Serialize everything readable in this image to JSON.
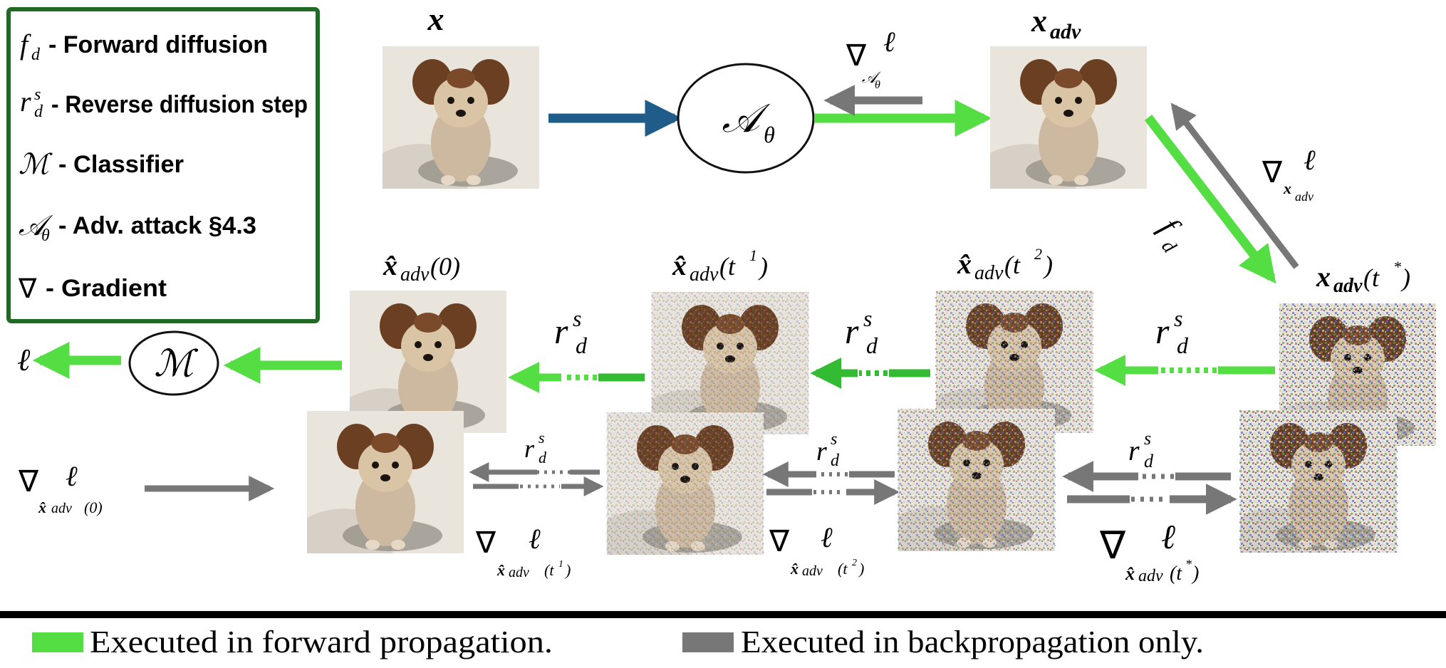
{
  "legend": {
    "items": [
      {
        "symbol": "f",
        "sub": "d",
        "sup": "",
        "text": "- Forward diffusion"
      },
      {
        "symbol": "r",
        "sub": "d",
        "sup": "s",
        "text": "- Reverse diffusion step"
      },
      {
        "symbol": "ℳ",
        "sub": "",
        "sup": "",
        "text": "- Classifier"
      },
      {
        "symbol": "𝒜",
        "sub": "θ",
        "sup": "",
        "text": "- Adv. attack §4.3"
      },
      {
        "symbol": "∇",
        "sub": "",
        "sup": "",
        "text": "- Gradient"
      }
    ]
  },
  "nodes": {
    "x": {
      "label": "x"
    },
    "x_adv": {
      "label": "x",
      "sub": "adv"
    },
    "attack": {
      "symbol": "𝒜",
      "sub": "θ"
    },
    "classifier": {
      "symbol": "ℳ"
    },
    "loss": {
      "symbol": "ℓ"
    },
    "xhat0": {
      "label": "x̂",
      "sub": "adv",
      "arg": "(0)"
    },
    "xhat_t1": {
      "label": "x̂",
      "sub": "adv",
      "arg": "(t",
      "argsup": "1",
      "argclose": ")"
    },
    "xhat_t2": {
      "label": "x̂",
      "sub": "adv",
      "arg": "(t",
      "argsup": "2",
      "argclose": ")"
    },
    "x_adv_tstar": {
      "label": "x",
      "sub": "adv",
      "arg": "(t",
      "argsup": "*",
      "argclose": ")"
    }
  },
  "edge_labels": {
    "fd": {
      "symbol": "f",
      "sub": "d"
    },
    "rds": {
      "symbol": "r",
      "sub": "d",
      "sup": "s"
    },
    "grad_attack": {
      "nabla": "∇",
      "sub": "𝒜",
      "subsub": "θ",
      "ell": "ℓ"
    },
    "grad_xadv": {
      "nabla": "∇",
      "sub": "x",
      "subsub": "adv",
      "ell": "ℓ"
    },
    "grad_xhat0": {
      "nabla": "∇",
      "sub": "x̂",
      "subsub": "adv",
      "arg": "(0)",
      "ell": "ℓ"
    },
    "grad_xhat_t1": {
      "nabla": "∇",
      "sub": "x̂",
      "subsub": "adv",
      "arg": "(t",
      "argsup": "1",
      "argclose": ")",
      "ell": "ℓ"
    },
    "grad_xhat_t2": {
      "nabla": "∇",
      "sub": "x̂",
      "subsub": "adv",
      "arg": "(t",
      "argsup": "2",
      "argclose": ")",
      "ell": "ℓ"
    },
    "grad_xhat_tstar": {
      "nabla": "∇",
      "sub": "x̂",
      "subsub": "adv",
      "arg": "(t",
      "argsup": "*",
      "argclose": ")",
      "ell": "ℓ"
    }
  },
  "footer": {
    "forward_label": "Executed in forward propagation.",
    "backward_label": "Executed in backpropagation only."
  },
  "colors": {
    "forward": "#55dd44",
    "forward_dark": "#33bb33",
    "backward": "#777777",
    "input_arrow": "#1f5c8a",
    "legend_border": "#1f6b25"
  }
}
